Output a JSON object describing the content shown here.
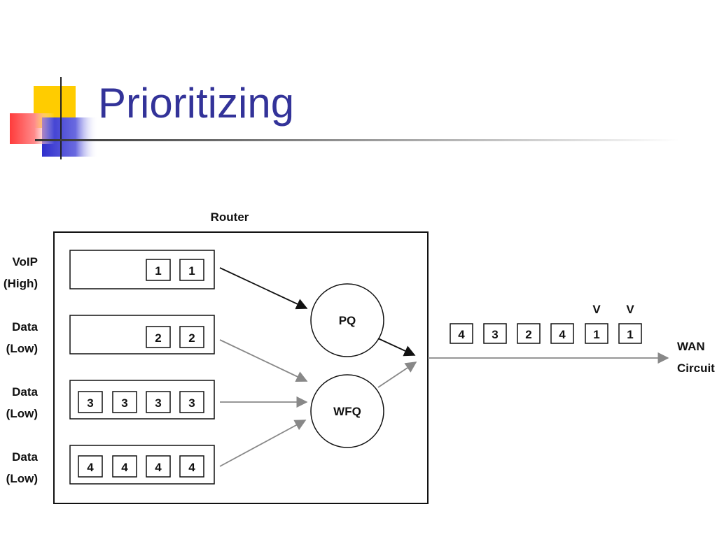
{
  "slide": {
    "title": "Prioritizing"
  },
  "diagram": {
    "router_label": "Router",
    "queues": [
      {
        "label_line1": "VoIP",
        "label_line2": "(High)",
        "packets": [
          "1",
          "1"
        ]
      },
      {
        "label_line1": "Data",
        "label_line2": "(Low)",
        "packets": [
          "2",
          "2"
        ]
      },
      {
        "label_line1": "Data",
        "label_line2": "(Low)",
        "packets": [
          "3",
          "3",
          "3",
          "3"
        ]
      },
      {
        "label_line1": "Data",
        "label_line2": "(Low)",
        "packets": [
          "4",
          "4",
          "4",
          "4"
        ]
      }
    ],
    "schedulers": {
      "pq": "PQ",
      "wfq": "WFQ"
    },
    "output_packets": [
      "4",
      "3",
      "2",
      "4",
      "1",
      "1"
    ],
    "voice_markers": [
      "V",
      "V"
    ],
    "wan_line1": "WAN",
    "wan_line2": "Circuit"
  },
  "colors": {
    "title": "#333399",
    "deco_yellow": "#FFCC00",
    "deco_blue": "#3333CC",
    "deco_red": "#FF3333",
    "line_dark": "#111111",
    "line_gray": "#888888"
  }
}
